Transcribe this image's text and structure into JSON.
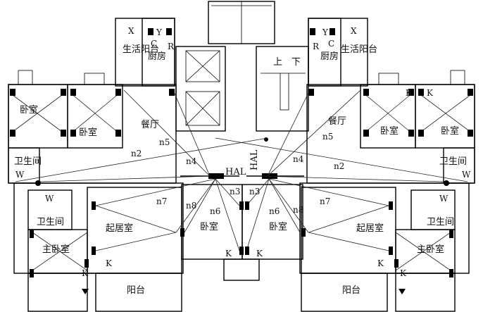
{
  "labels": {
    "living_balcony": "生活阳台",
    "kitchen": "厨房",
    "dining": "餐厅",
    "bedroom": "卧室",
    "bathroom": "卫生间",
    "living_room": "起居室",
    "master_bedroom": "主卧室",
    "balcony": "阳台",
    "stair_up": "上",
    "stair_down": "下",
    "hal": "HAL"
  },
  "symbols": {
    "X": "X",
    "Y": "Y",
    "C": "C",
    "R": "R",
    "K": "K",
    "W": "W"
  },
  "nets": {
    "n2": "n2",
    "n3": "n3",
    "n4": "n4",
    "n5": "n5",
    "n6": "n6",
    "n7": "n7",
    "n8": "n8"
  },
  "colors": {
    "line": "#000000",
    "background": "#ffffff"
  }
}
